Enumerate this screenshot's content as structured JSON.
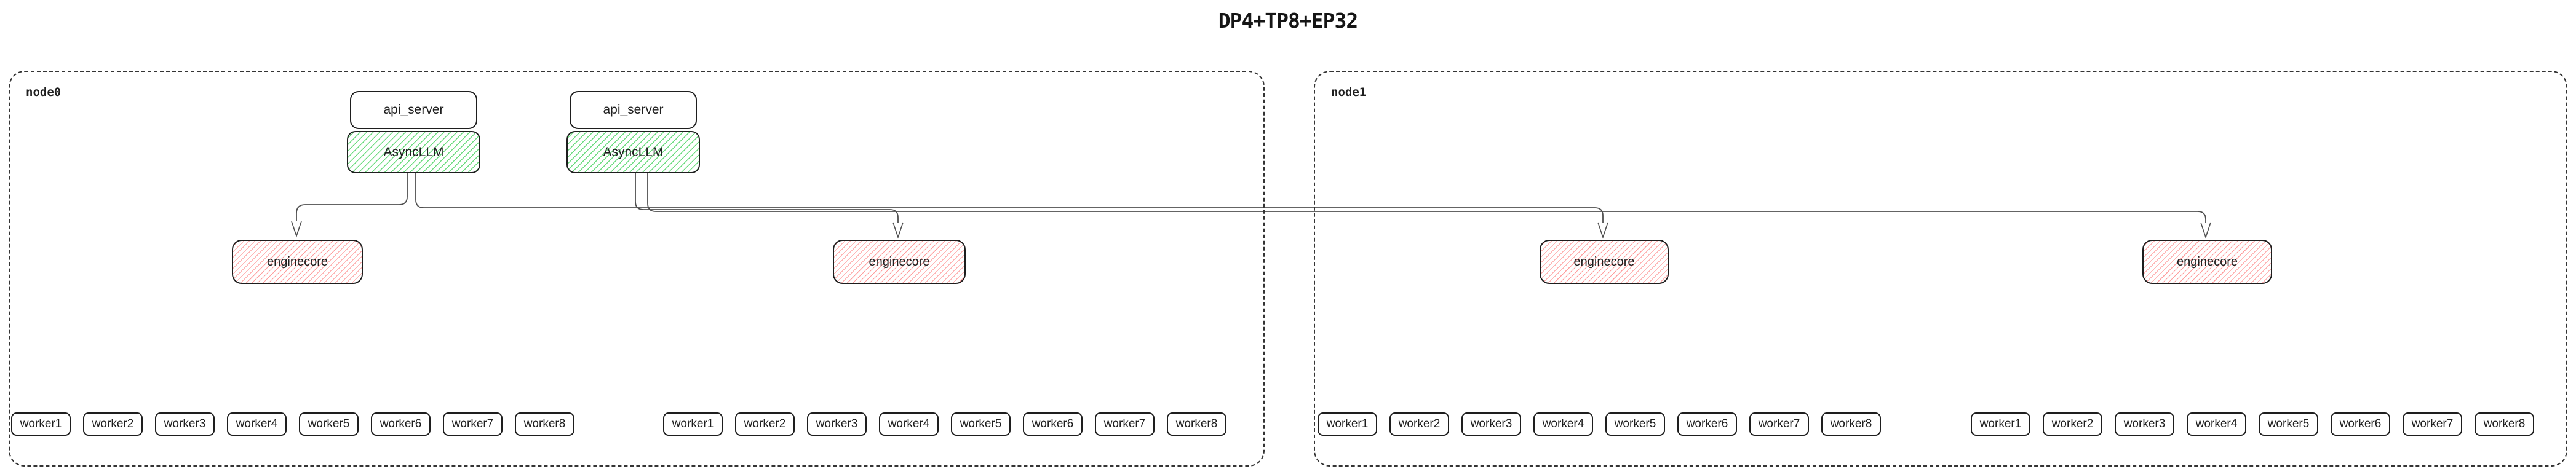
{
  "title": "DP4+TP8+EP32",
  "colors": {
    "bg": "#ffffff",
    "box-border": "#1e1e1e",
    "text": "#1f1f1f",
    "node-border": "#343434",
    "green-hatch": "#69db7c",
    "red-hatch": "#ff9d9d",
    "connector": "#4f4f4f"
  },
  "nodes": [
    {
      "label": "node0",
      "stacks": [
        {
          "api": "api_server",
          "llm": "AsyncLLM"
        },
        {
          "api": "api_server",
          "llm": "AsyncLLM"
        }
      ],
      "enginecores": [
        "enginecore",
        "enginecore"
      ],
      "worker_groups": [
        [
          "worker1",
          "worker2",
          "worker3",
          "worker4",
          "worker5",
          "worker6",
          "worker7",
          "worker8"
        ],
        [
          "worker1",
          "worker2",
          "worker3",
          "worker4",
          "worker5",
          "worker6",
          "worker7",
          "worker8"
        ]
      ]
    },
    {
      "label": "node1",
      "stacks": [],
      "enginecores": [
        "enginecore",
        "enginecore"
      ],
      "worker_groups": [
        [
          "worker1",
          "worker2",
          "worker3",
          "worker4",
          "worker5",
          "worker6",
          "worker7",
          "worker8"
        ],
        [
          "worker1",
          "worker2",
          "worker3",
          "worker4",
          "worker5",
          "worker6",
          "worker7",
          "worker8"
        ]
      ]
    }
  ]
}
